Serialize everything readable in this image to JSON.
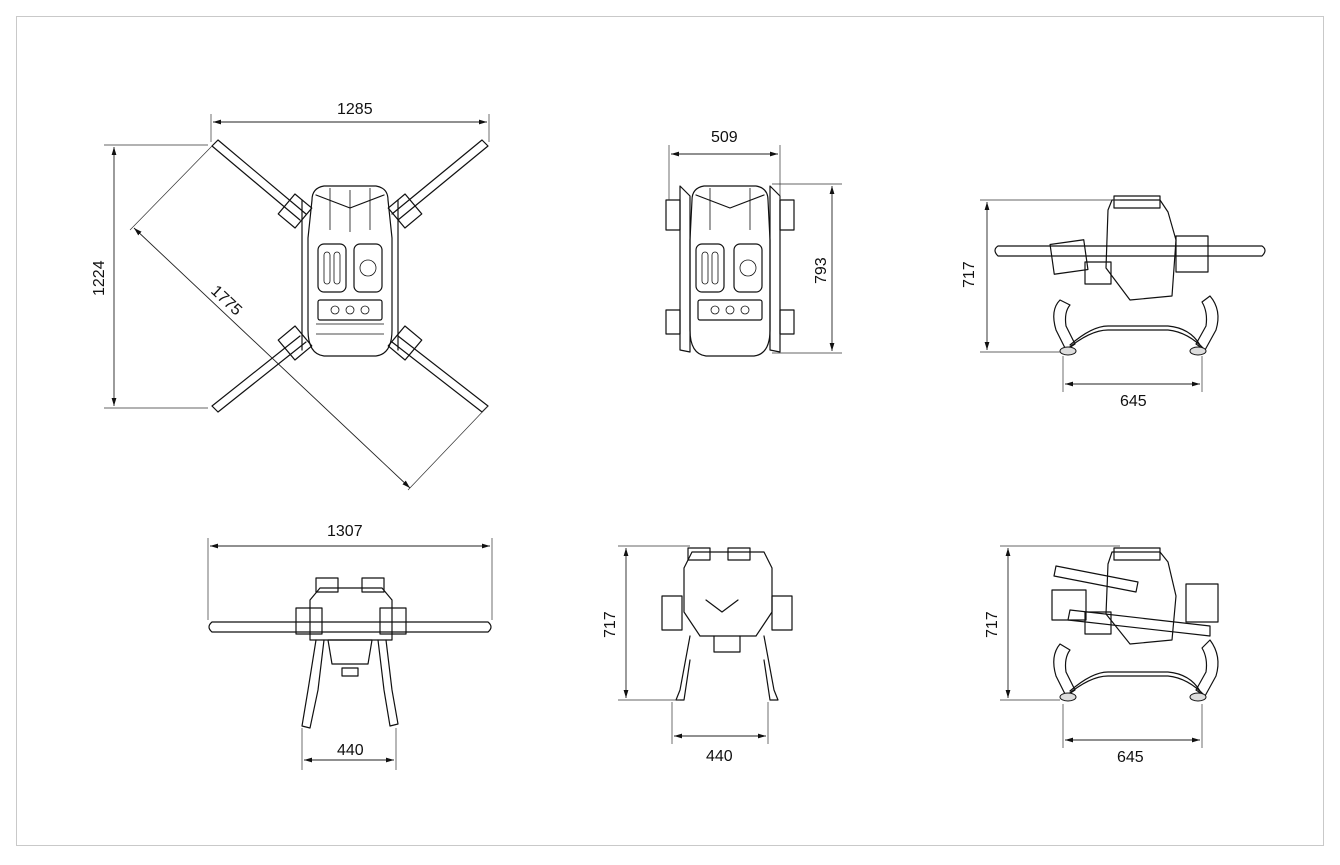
{
  "dimensions": {
    "top_folded_width": "1285",
    "top_folded_depth": "1224",
    "top_diagonal": "1775",
    "stowed_width": "509",
    "stowed_length": "793",
    "side_height": "717",
    "side_wheelbase": "645",
    "front_width": "1307",
    "front_track": "440",
    "rear_height": "717",
    "rear_track": "440",
    "side2_height": "717",
    "side2_wheelbase": "645"
  }
}
